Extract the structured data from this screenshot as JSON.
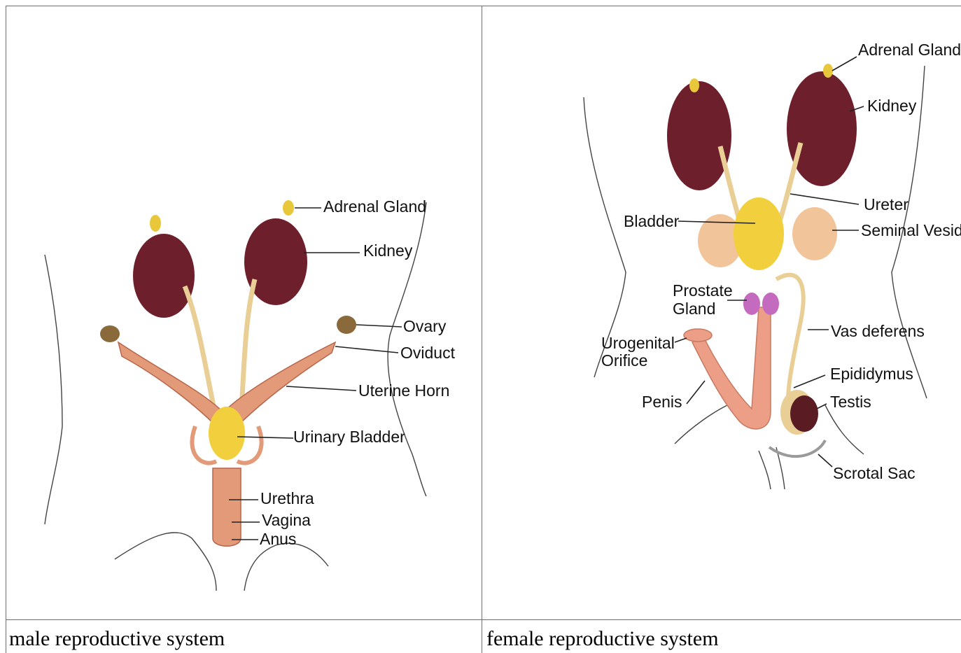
{
  "left_panel": {
    "labels": {
      "adrenal_gland": "Adrenal Gland",
      "kidney": "Kidney",
      "ovary": "Ovary",
      "oviduct": "Oviduct",
      "uterine_horn": "Uterine Horn",
      "urinary_bladder": "Urinary Bladder",
      "urethra": "Urethra",
      "vagina": "Vagina",
      "anus": "Anus"
    },
    "caption": "male reproductive system"
  },
  "right_panel": {
    "labels": {
      "adrenal_gland": "Adrenal Gland",
      "kidney": "Kidney",
      "ureter": "Ureter",
      "bladder": "Bladder",
      "seminal_vesicle": "Seminal Veside",
      "prostate_line1": "Prostate",
      "prostate_line2": "Gland",
      "vas_deferens": "Vas deferens",
      "urogenital_line1": "Urogenital",
      "urogenital_line2": "Orifice",
      "epididymus": "Epididymus",
      "penis": "Penis",
      "testis": "Testis",
      "scrotal_sac": "Scrotal Sac"
    },
    "caption": "female reproductive system"
  },
  "colors": {
    "kidney": "#6e1f2c",
    "adrenal": "#e8c83a",
    "ureter": "#e9cf96",
    "uterus": "#e39a78",
    "bladder": "#f2cf3c",
    "prostate": "#c46bc0",
    "penis": "#ec9f86",
    "vesicle": "#f2c49a",
    "ovary": "#8a6a3a"
  }
}
